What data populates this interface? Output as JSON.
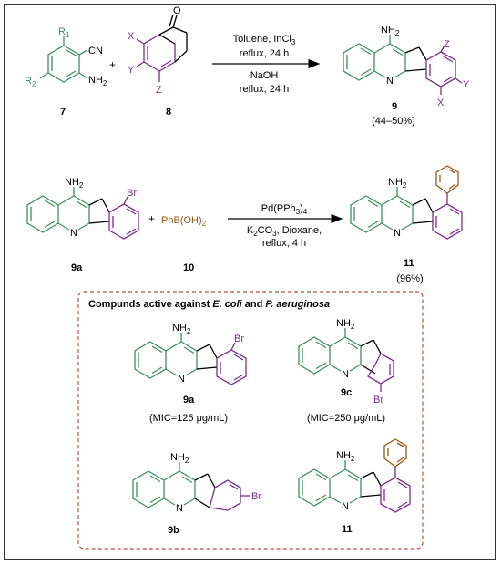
{
  "colors": {
    "green": "#3f8f5f",
    "purple": "#7b2d8a",
    "brown": "#9a5a14",
    "black": "#000000",
    "dash_box": "#b5523f"
  },
  "reaction1": {
    "sm7": {
      "r1": "R",
      "r1_sub": "1",
      "r2": "R",
      "r2_sub": "2",
      "cn": "CN",
      "nh2": "NH",
      "nh2_sub": "2",
      "label": "7"
    },
    "plus": "+",
    "sm8": {
      "x": "X",
      "y": "Y",
      "z": "Z",
      "o": "O",
      "label": "8"
    },
    "cond_above_1": "Toluene, InCl",
    "cond_above_1_sub": "3",
    "cond_above_2": "reflux, 24 h",
    "cond_below_1": "NaOH",
    "cond_below_2": "reflux, 24 h",
    "product": {
      "nh2": "NH",
      "nh2_sub": "2",
      "n": "N",
      "x": "X",
      "y": "Y",
      "z": "Z",
      "label": "9",
      "yield": "(44–50%)"
    }
  },
  "reaction2": {
    "sm9a": {
      "nh2": "NH",
      "nh2_sub": "2",
      "n": "N",
      "br": "Br",
      "label": "9a"
    },
    "plus": "+",
    "boronic": {
      "ph": "PhB(OH)",
      "sub": "2",
      "label": "10"
    },
    "cond_above_1": "Pd(PPh",
    "cond_above_1_sub": "3",
    "cond_above_1_tail": ")",
    "cond_above_1_sub2": "4",
    "cond_below_1": "K",
    "cond_below_1_sub": "2",
    "cond_below_1_mid": "CO",
    "cond_below_1_sub2": "3",
    "cond_below_1_tail": ", Dioxane,",
    "cond_below_2": "reflux, 4 h",
    "product": {
      "nh2": "NH",
      "nh2_sub": "2",
      "n": "N",
      "label": "11",
      "yield": "(96%)"
    }
  },
  "active_box": {
    "title_pre": "Compunds active against ",
    "title_ecoli": "E. coli",
    "title_mid": " and ",
    "title_pa": "P. aeruginosa",
    "compounds": [
      {
        "label": "9a",
        "nh2": "NH",
        "nh2_sub": "2",
        "n": "N",
        "sub": "Br",
        "mic": "(MIC=125 μg/mL)"
      },
      {
        "label": "9c",
        "nh2": "NH",
        "nh2_sub": "2",
        "n": "N",
        "sub": "Br",
        "mic": "(MIC=250 μg/mL)"
      },
      {
        "label": "9b",
        "nh2": "NH",
        "nh2_sub": "2",
        "n": "N",
        "sub": "Br"
      },
      {
        "label": "11",
        "nh2": "NH",
        "nh2_sub": "2",
        "n": "N"
      }
    ]
  }
}
